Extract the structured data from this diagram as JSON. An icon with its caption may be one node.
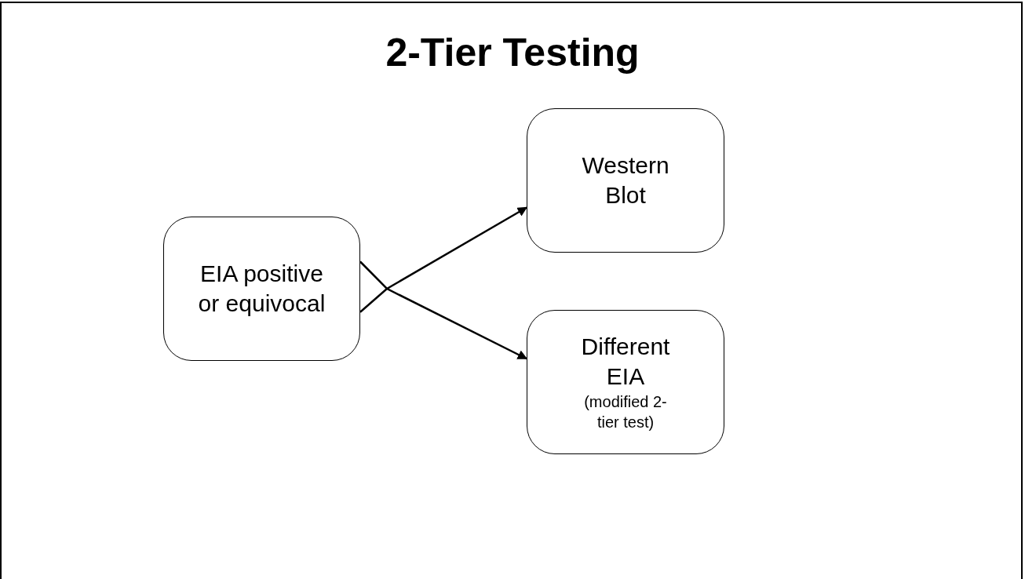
{
  "diagram": {
    "title": "2-Tier Testing",
    "nodes": [
      {
        "text": [
          "EIA positive or equivocal"
        ]
      },
      {
        "text": [
          "Western Blot"
        ]
      },
      {
        "text": [
          "Different EIA",
          "(modified 2-tier test)"
        ]
      }
    ],
    "edges": [
      {
        "from": 0,
        "to": 1,
        "arrow": "to"
      },
      {
        "from": 0,
        "to": 2,
        "arrow": "to"
      }
    ]
  }
}
